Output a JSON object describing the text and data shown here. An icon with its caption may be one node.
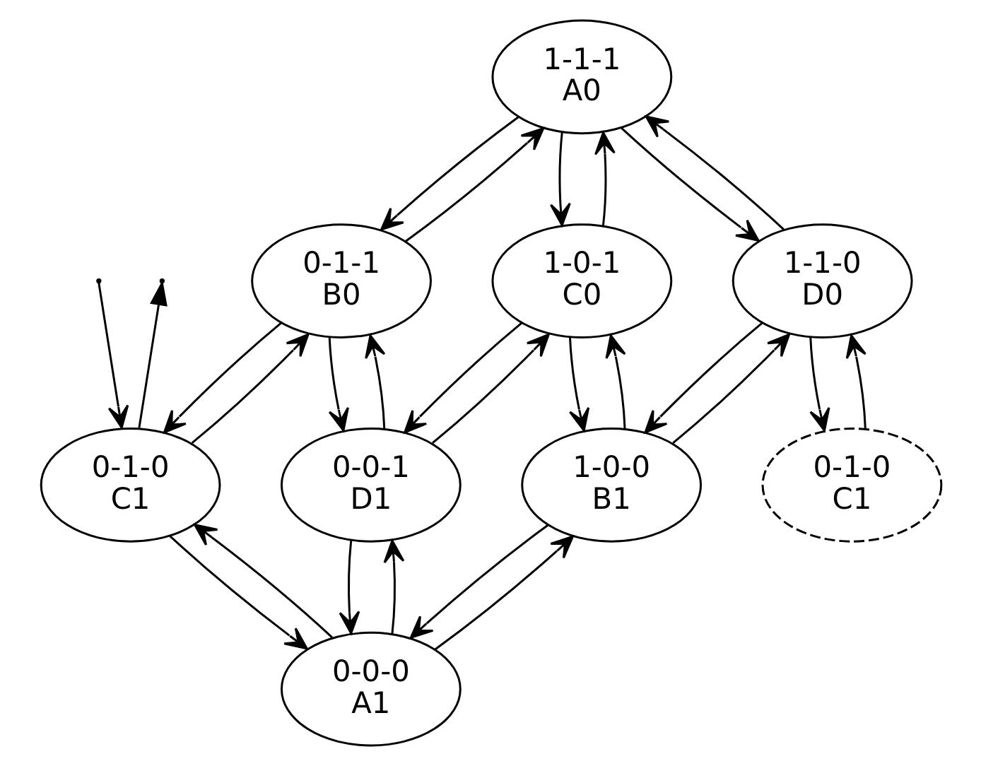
{
  "diagram": {
    "nodes": [
      {
        "text": [
          "1-1-1",
          "A0"
        ]
      },
      {
        "text": [
          "0-1-1",
          "B0"
        ]
      },
      {
        "text": [
          "1-0-1",
          "C0"
        ]
      },
      {
        "text": [
          "1-1-0",
          "D0"
        ]
      },
      {
        "text": [
          "0-1-0",
          "C1"
        ]
      },
      {
        "text": [
          "0-0-1",
          "D1"
        ]
      },
      {
        "text": [
          "1-0-0",
          "B1"
        ]
      },
      {
        "text": [
          "0-1-0",
          "C1"
        ]
      },
      {
        "text": [
          "0-0-0",
          "A1"
        ]
      }
    ],
    "edges": [
      {
        "from": 0,
        "to": 1,
        "arrow": "to"
      },
      {
        "from": 1,
        "to": 0,
        "arrow": "to"
      },
      {
        "from": 2,
        "to": 0,
        "arrow": "to"
      },
      {
        "from": 0,
        "to": 2,
        "arrow": "to"
      },
      {
        "from": 3,
        "to": 0,
        "arrow": "to"
      },
      {
        "from": 0,
        "to": 3,
        "arrow": "to"
      },
      {
        "from": null,
        "to": 4,
        "arrow": "to"
      },
      {
        "from": 4,
        "to": null,
        "arrow": "to"
      },
      {
        "from": 1,
        "to": 4,
        "arrow": "to"
      },
      {
        "from": 4,
        "to": 1,
        "arrow": "to"
      },
      {
        "from": 1,
        "to": 5,
        "arrow": "to"
      },
      {
        "from": 5,
        "to": 1,
        "arrow": "to"
      },
      {
        "from": 2,
        "to": 5,
        "arrow": "to"
      },
      {
        "from": 5,
        "to": 2,
        "arrow": "to"
      },
      {
        "from": 2,
        "to": 6,
        "arrow": "to"
      },
      {
        "from": 6,
        "to": 2,
        "arrow": "to"
      },
      {
        "from": 3,
        "to": 6,
        "arrow": "to"
      },
      {
        "from": 6,
        "to": 3,
        "arrow": "to"
      },
      {
        "from": 3,
        "to": 7,
        "arrow": "to"
      },
      {
        "from": 7,
        "to": 3,
        "arrow": "to"
      },
      {
        "from": 4,
        "to": 8,
        "arrow": "to"
      },
      {
        "from": 8,
        "to": 4,
        "arrow": "to"
      },
      {
        "from": 8,
        "to": 5,
        "arrow": "to"
      },
      {
        "from": 5,
        "to": 8,
        "arrow": "to"
      },
      {
        "from": 8,
        "to": 6,
        "arrow": "to"
      },
      {
        "from": 6,
        "to": 8,
        "arrow": "to"
      }
    ]
  }
}
